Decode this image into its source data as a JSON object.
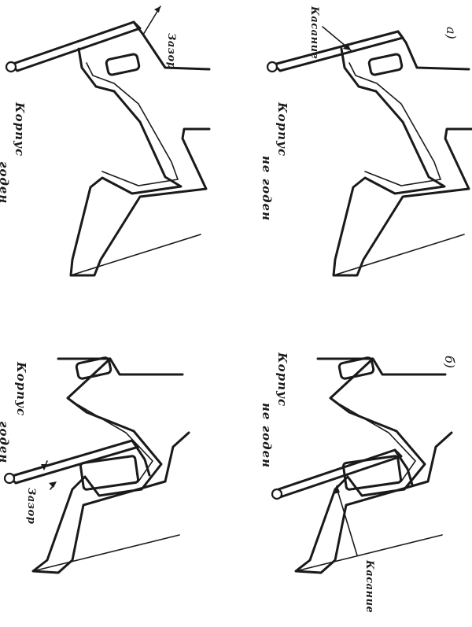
{
  "panels": {
    "top_left": {
      "caption_line1": "Корпус",
      "caption_line2": "годен",
      "callout": "Зазор"
    },
    "top_right": {
      "caption_line1": "Корпус",
      "caption_line2": "не годен",
      "callout": "Касание",
      "letter": "а)"
    },
    "bottom_left": {
      "caption_line1": "Корпус",
      "caption_line2": "годен",
      "callout": "Зазор"
    },
    "bottom_right": {
      "caption_line1": "Корпус",
      "caption_line2": "не годен",
      "callout": "Касание",
      "letter": "б)"
    }
  }
}
